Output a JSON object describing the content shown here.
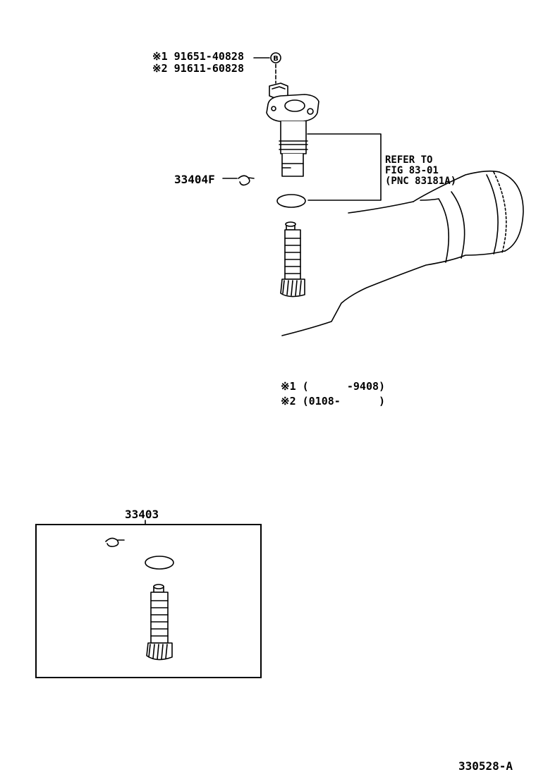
{
  "diagram": {
    "bolt_callouts": {
      "line1": "※1 91651-40828",
      "line2": "※2 91611-60828"
    },
    "bolt_marker_letter": "B",
    "clip_part_number": "33404F",
    "refer_note": {
      "line1": "REFER TO",
      "line2": "FIG 83-01",
      "line3": "(PNC 83181A)"
    },
    "applicability_notes": {
      "line1": "※1 (      -9408)",
      "line2": "※2 (0108-      )"
    },
    "kit_part_number": "33403",
    "illustration_code": "330528-A"
  }
}
